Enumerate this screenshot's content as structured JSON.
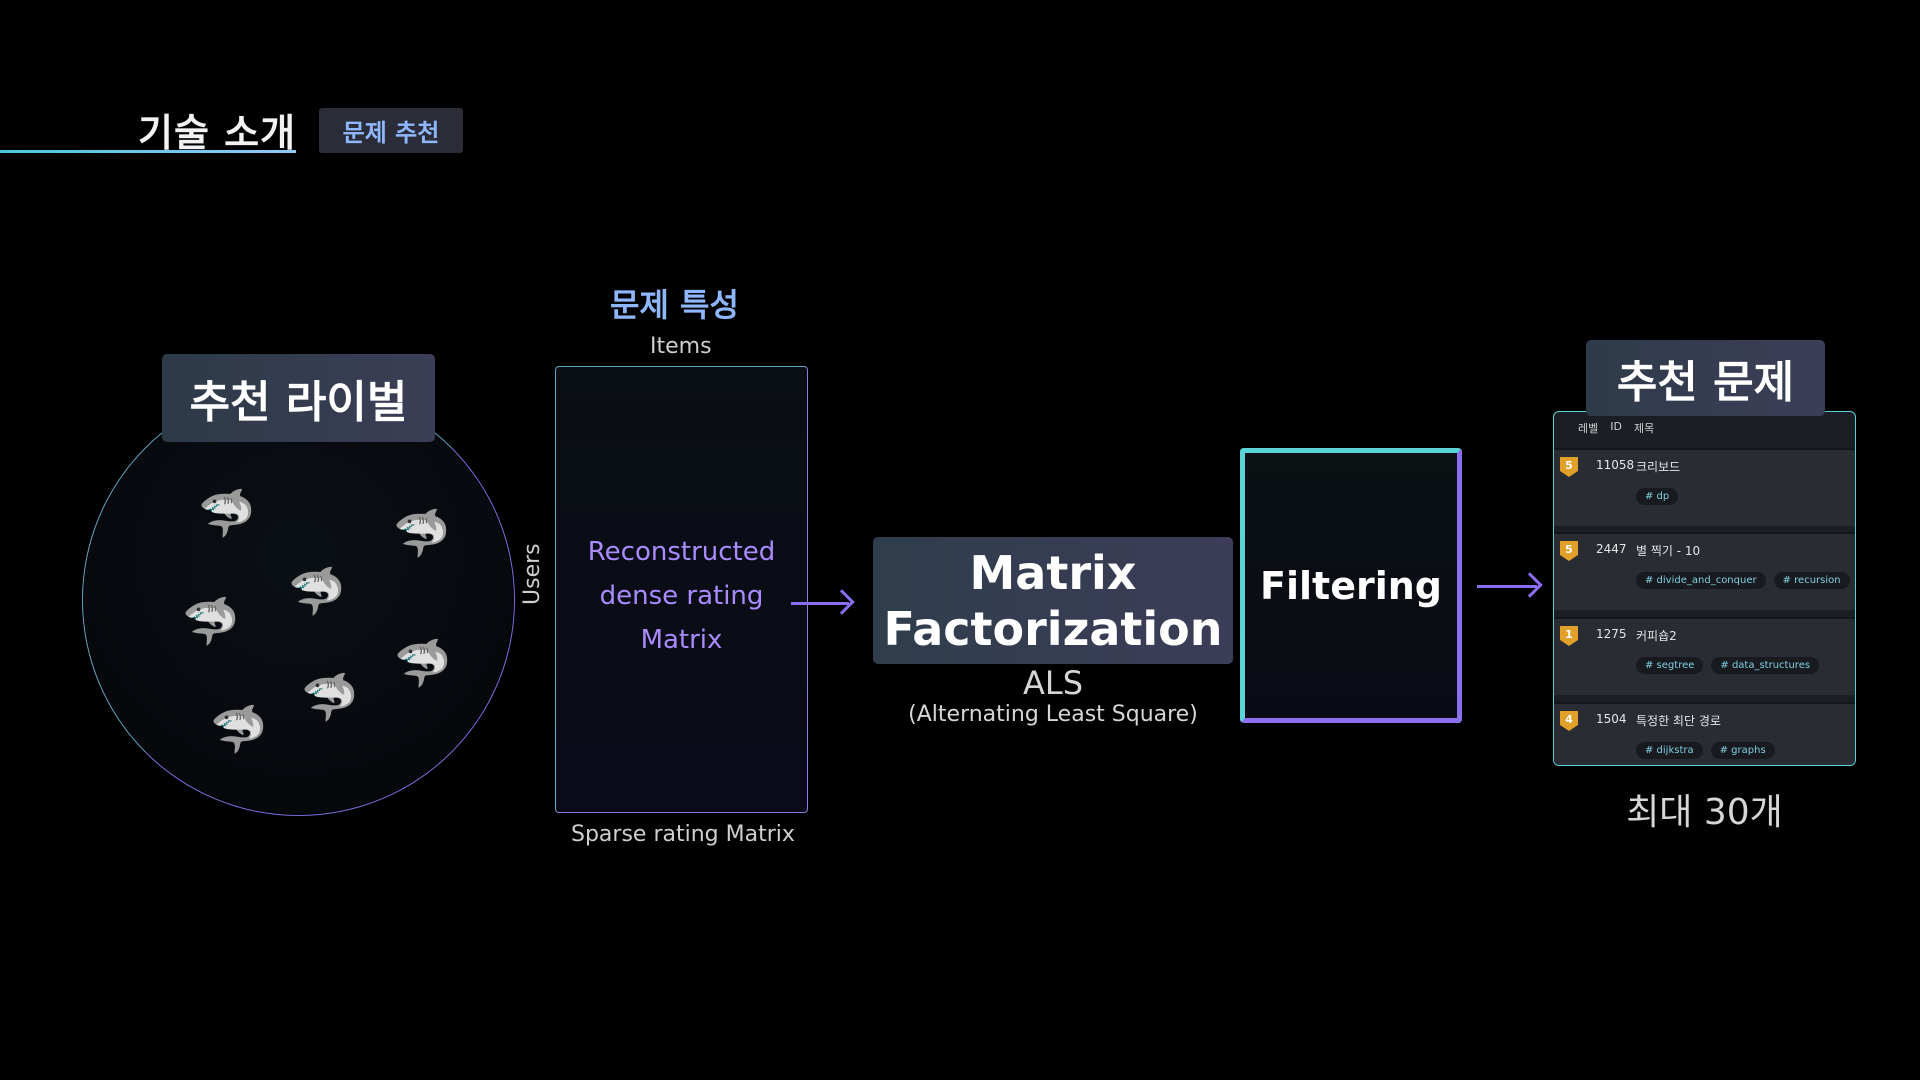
{
  "header": {
    "title": "기술 소개",
    "badge": "문제 추천"
  },
  "left": {
    "label": "추천 라이벌",
    "users_label": "Users"
  },
  "matrix": {
    "heading": "문제 특성",
    "items_label": "Items",
    "text_lines": [
      "Reconstructed",
      "dense rating",
      "Matrix"
    ],
    "bottom_label": "Sparse rating Matrix"
  },
  "mf": {
    "line1": "Matrix",
    "line2": "Factorization",
    "als": "ALS",
    "als_full": "(Alternating Least Square)"
  },
  "filter": {
    "label": "Filtering"
  },
  "rec": {
    "title": "추천 문제",
    "columns": [
      "레벨",
      "ID",
      "제목"
    ],
    "rows": [
      {
        "tier": "5",
        "id": "11058",
        "name": "크리보드",
        "tags": [
          "# dp"
        ]
      },
      {
        "tier": "5",
        "id": "2447",
        "name": "별 찍기 - 10",
        "tags": [
          "# divide_and_conquer",
          "# recursion"
        ]
      },
      {
        "tier": "1",
        "id": "1275",
        "name": "커피숍2",
        "tags": [
          "# segtree",
          "# data_structures"
        ]
      },
      {
        "tier": "4",
        "id": "1504",
        "name": "특정한 최단 경로",
        "tags": [
          "# dijkstra",
          "# graphs"
        ]
      }
    ],
    "max_label": "최대 30개"
  },
  "colors": {
    "accent_purple": "#8c6df2",
    "accent_cyan": "#5ad3d6",
    "badge_text": "#8fb7ff"
  },
  "icons": {
    "user": "shark-icon"
  }
}
